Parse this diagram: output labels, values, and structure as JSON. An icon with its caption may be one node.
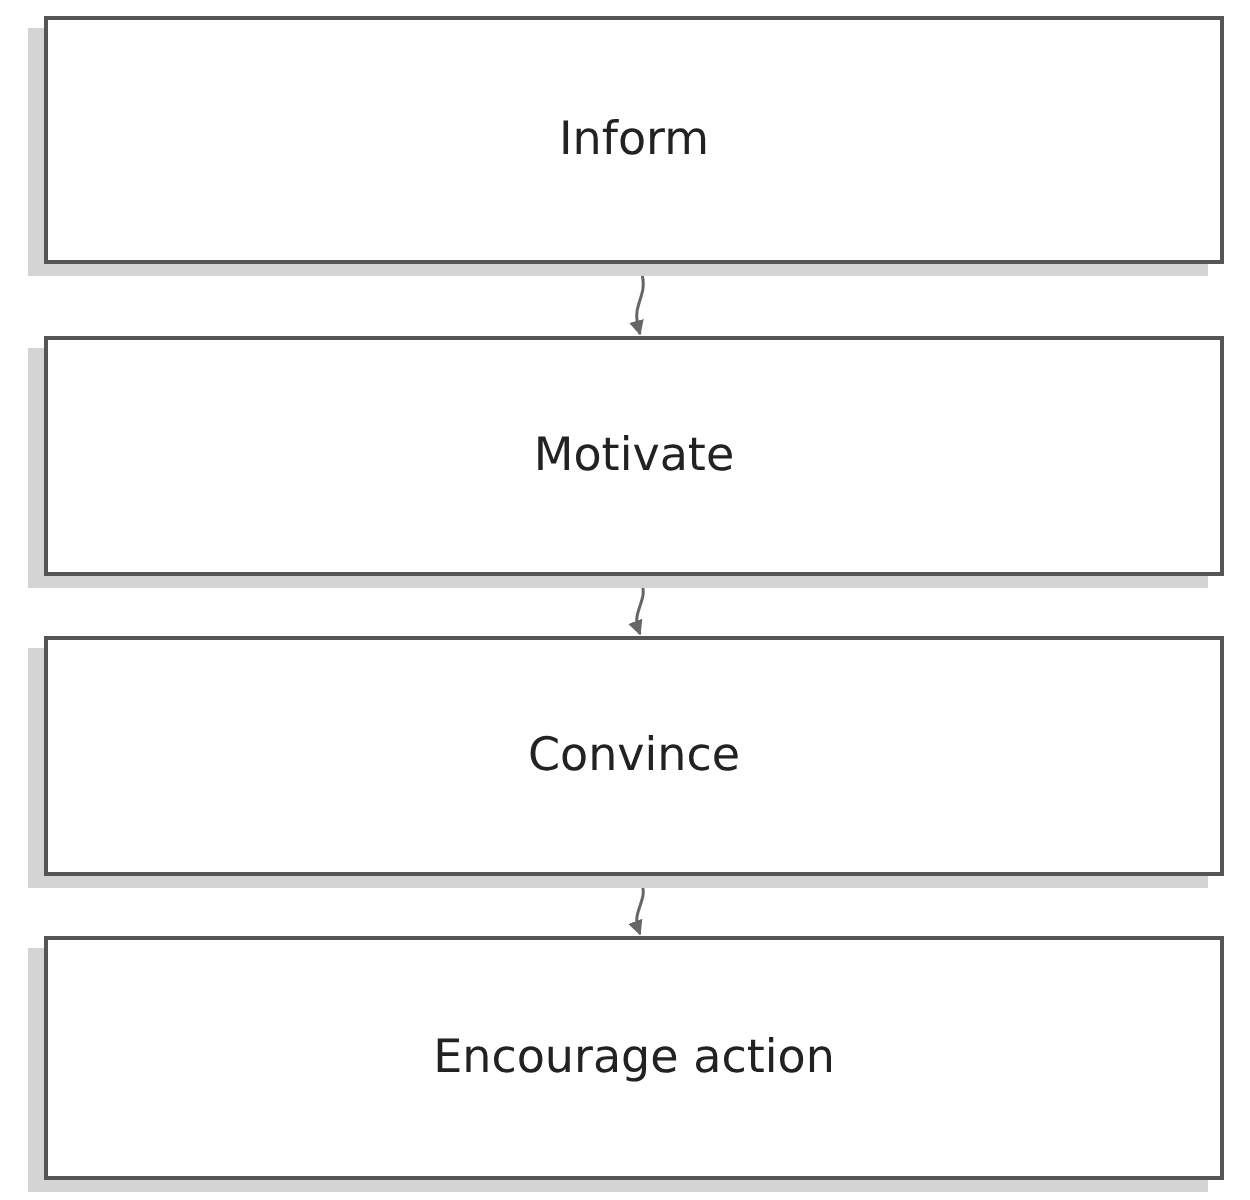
{
  "diagram": {
    "nodes": [
      {
        "text": [
          "Inform"
        ]
      },
      {
        "text": [
          "Motivate"
        ]
      },
      {
        "text": [
          "Convince"
        ]
      },
      {
        "text": [
          "Encourage action"
        ]
      }
    ],
    "edges": [
      {
        "from": 0,
        "to": 1,
        "arrow": "to"
      },
      {
        "from": 1,
        "to": 2,
        "arrow": "to"
      },
      {
        "from": 2,
        "to": 3,
        "arrow": "to"
      }
    ]
  }
}
